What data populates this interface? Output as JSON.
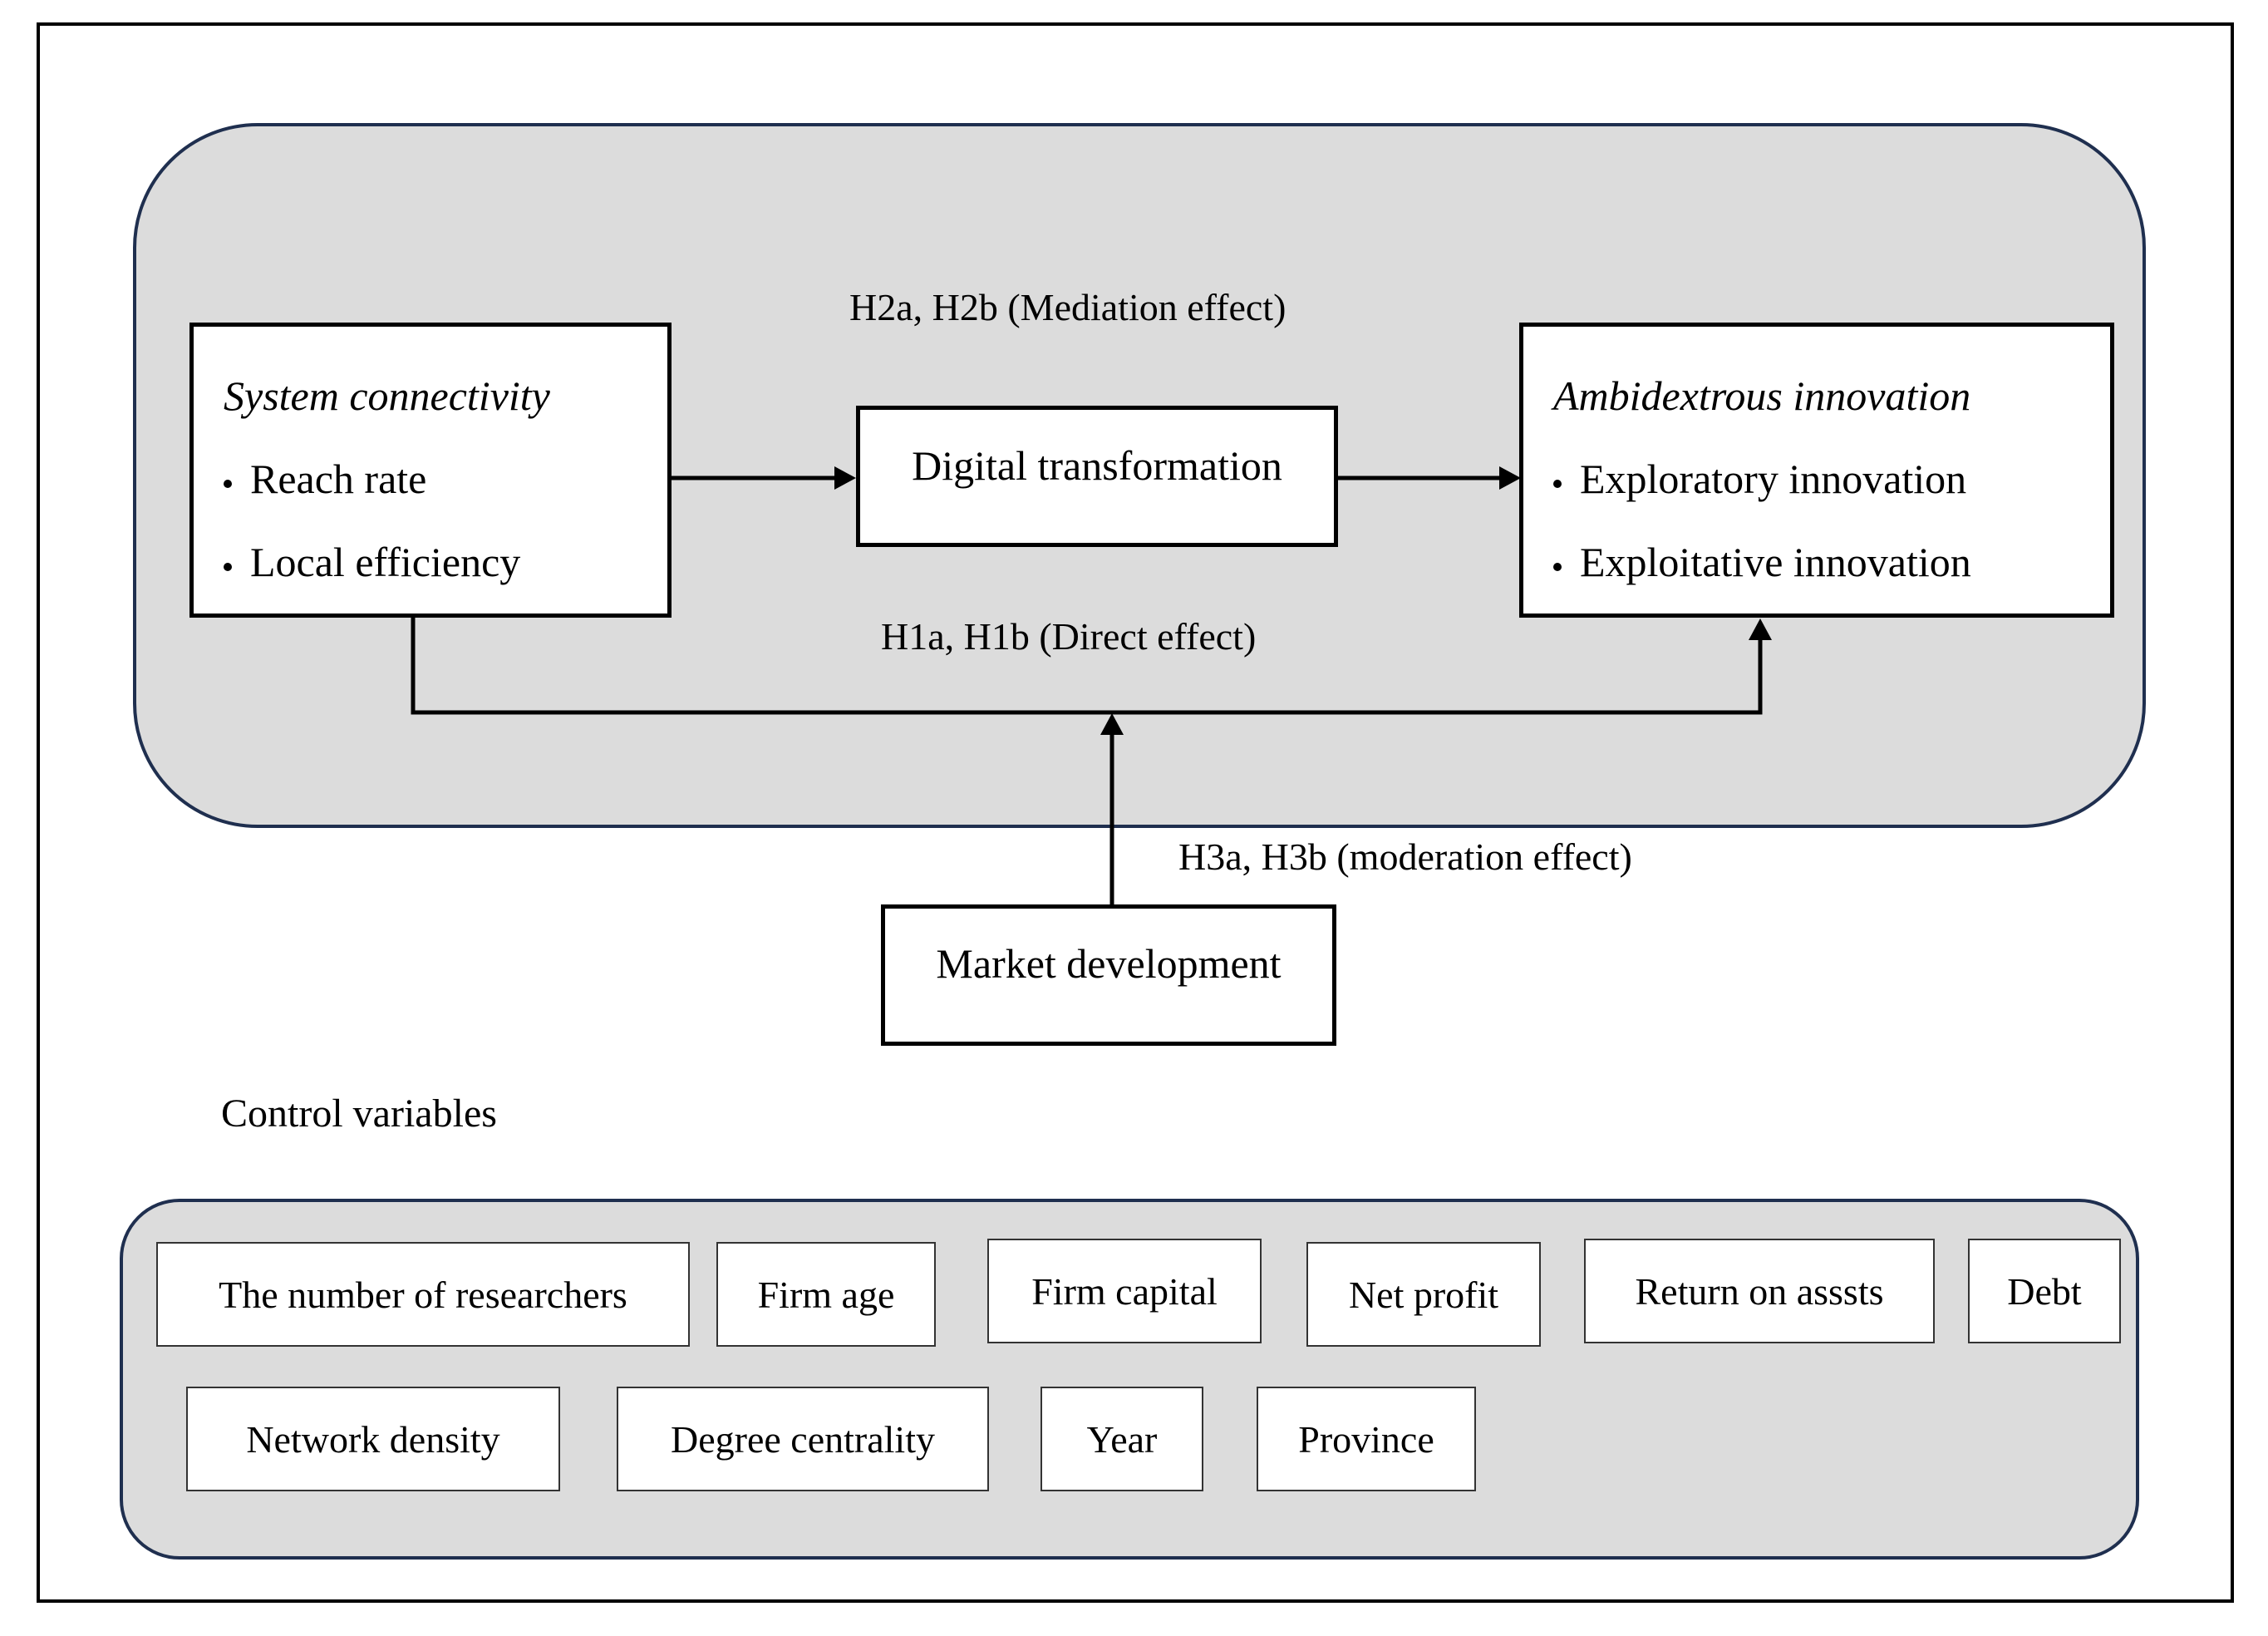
{
  "hypotheses": {
    "mediation": "H2a, H2b (Mediation effect)",
    "direct": "H1a, H1b (Direct effect)",
    "moderation": "H3a, H3b (moderation effect)"
  },
  "independent": {
    "title": "System connectivity",
    "items": [
      "Reach rate",
      "Local efficiency"
    ]
  },
  "mediator": {
    "label": "Digital transformation"
  },
  "dependent": {
    "title": "Ambidextrous innovation",
    "items": [
      "Exploratory innovation",
      "Exploitative innovation"
    ]
  },
  "moderator": {
    "label": "Market development"
  },
  "controls": {
    "heading": "Control variables",
    "items": [
      "The number of researchers",
      "Firm age",
      "Firm capital",
      "Net profit",
      "Return on asssts",
      "Debt",
      "Network density",
      "Degree centrality",
      "Year",
      "Province"
    ]
  },
  "colors": {
    "panel_fill": "#dcdcdc",
    "panel_border": "#1f2f4f"
  }
}
